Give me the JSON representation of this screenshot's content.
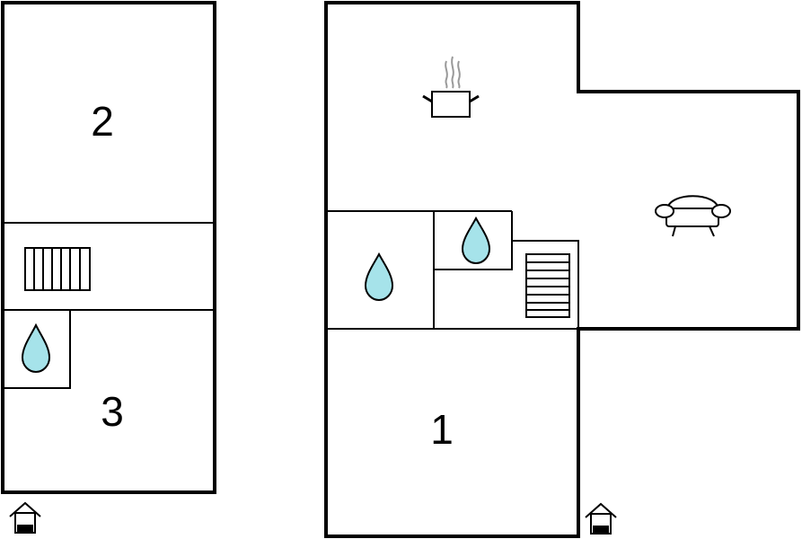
{
  "rooms": [
    {
      "number": "1"
    },
    {
      "number": "2"
    },
    {
      "number": "3"
    }
  ],
  "icons": {
    "water": "water-drop-icon",
    "stairs": "stairs-icon",
    "kitchen": "cooking-pot-icon",
    "living": "sofa-icon",
    "entrance": "entrance-house-icon"
  },
  "colors": {
    "water_fill": "#a6e3ea",
    "walls": "#000000"
  }
}
